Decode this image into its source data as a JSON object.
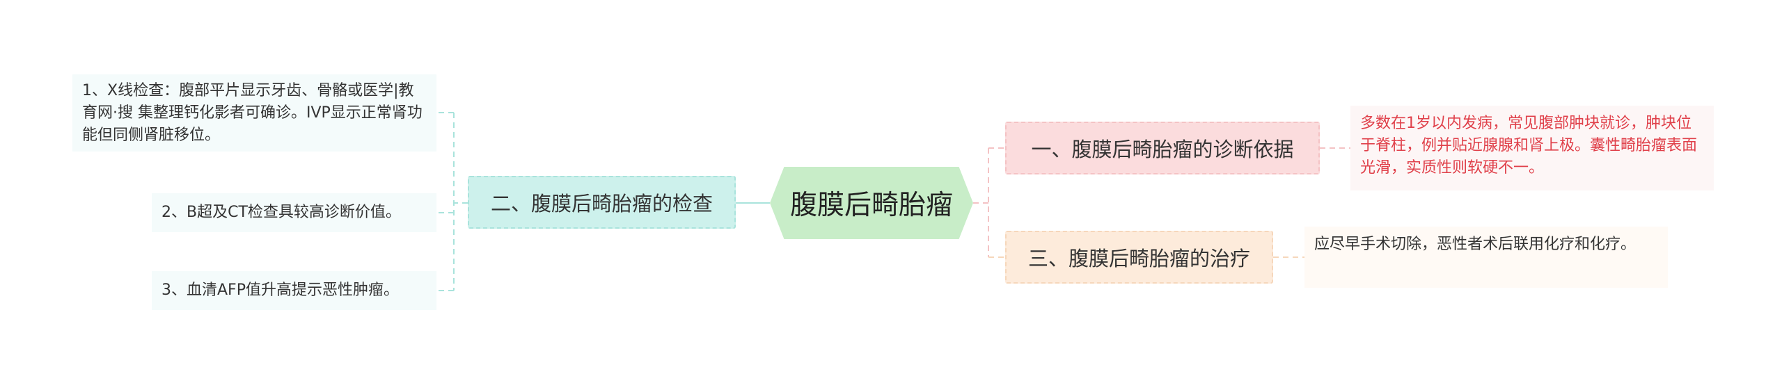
{
  "diagram": {
    "type": "mind-map",
    "root": {
      "label": "腹膜后畸胎瘤"
    },
    "branches": {
      "left": {
        "label": "二、腹膜后畸胎瘤的检查",
        "fill": "#cdf1ec",
        "stroke": "#a9e3dc",
        "leaves": [
          {
            "text": "1、X线检查：腹部平片显示牙齿、骨骼或医学|教育网·搜 集整理钙化影者可确诊。IVP显示正常肾功能但同侧肾脏移位。"
          },
          {
            "text": "2、B超及CT检查具较高诊断价值。"
          },
          {
            "text": "3、血清AFP值升高提示恶性肿瘤。"
          }
        ]
      },
      "right_1": {
        "label": "一、腹膜后畸胎瘤的诊断依据",
        "fill": "#fbdcdd",
        "stroke": "#f4c2c4",
        "leaf": {
          "text": "多数在1岁以内发病，常见腹部肿块就诊，肿块位于脊柱，例并贴近腺腺和肾上极。囊性畸胎瘤表面光滑，实质性则软硬不一。",
          "color": "#e0404a"
        }
      },
      "right_2": {
        "label": "三、腹膜后畸胎瘤的治疗",
        "fill": "#fdebdb",
        "stroke": "#f6d7bb",
        "leaf": {
          "text": "应尽早手术切除，恶性者术后联用化疗和化疗。"
        }
      }
    },
    "colors": {
      "root_fill": "#c8edc8",
      "connector_left": "#a9e3dc",
      "connector_right_1": "#f4c2c4",
      "connector_right_2": "#f6d7bb"
    }
  }
}
